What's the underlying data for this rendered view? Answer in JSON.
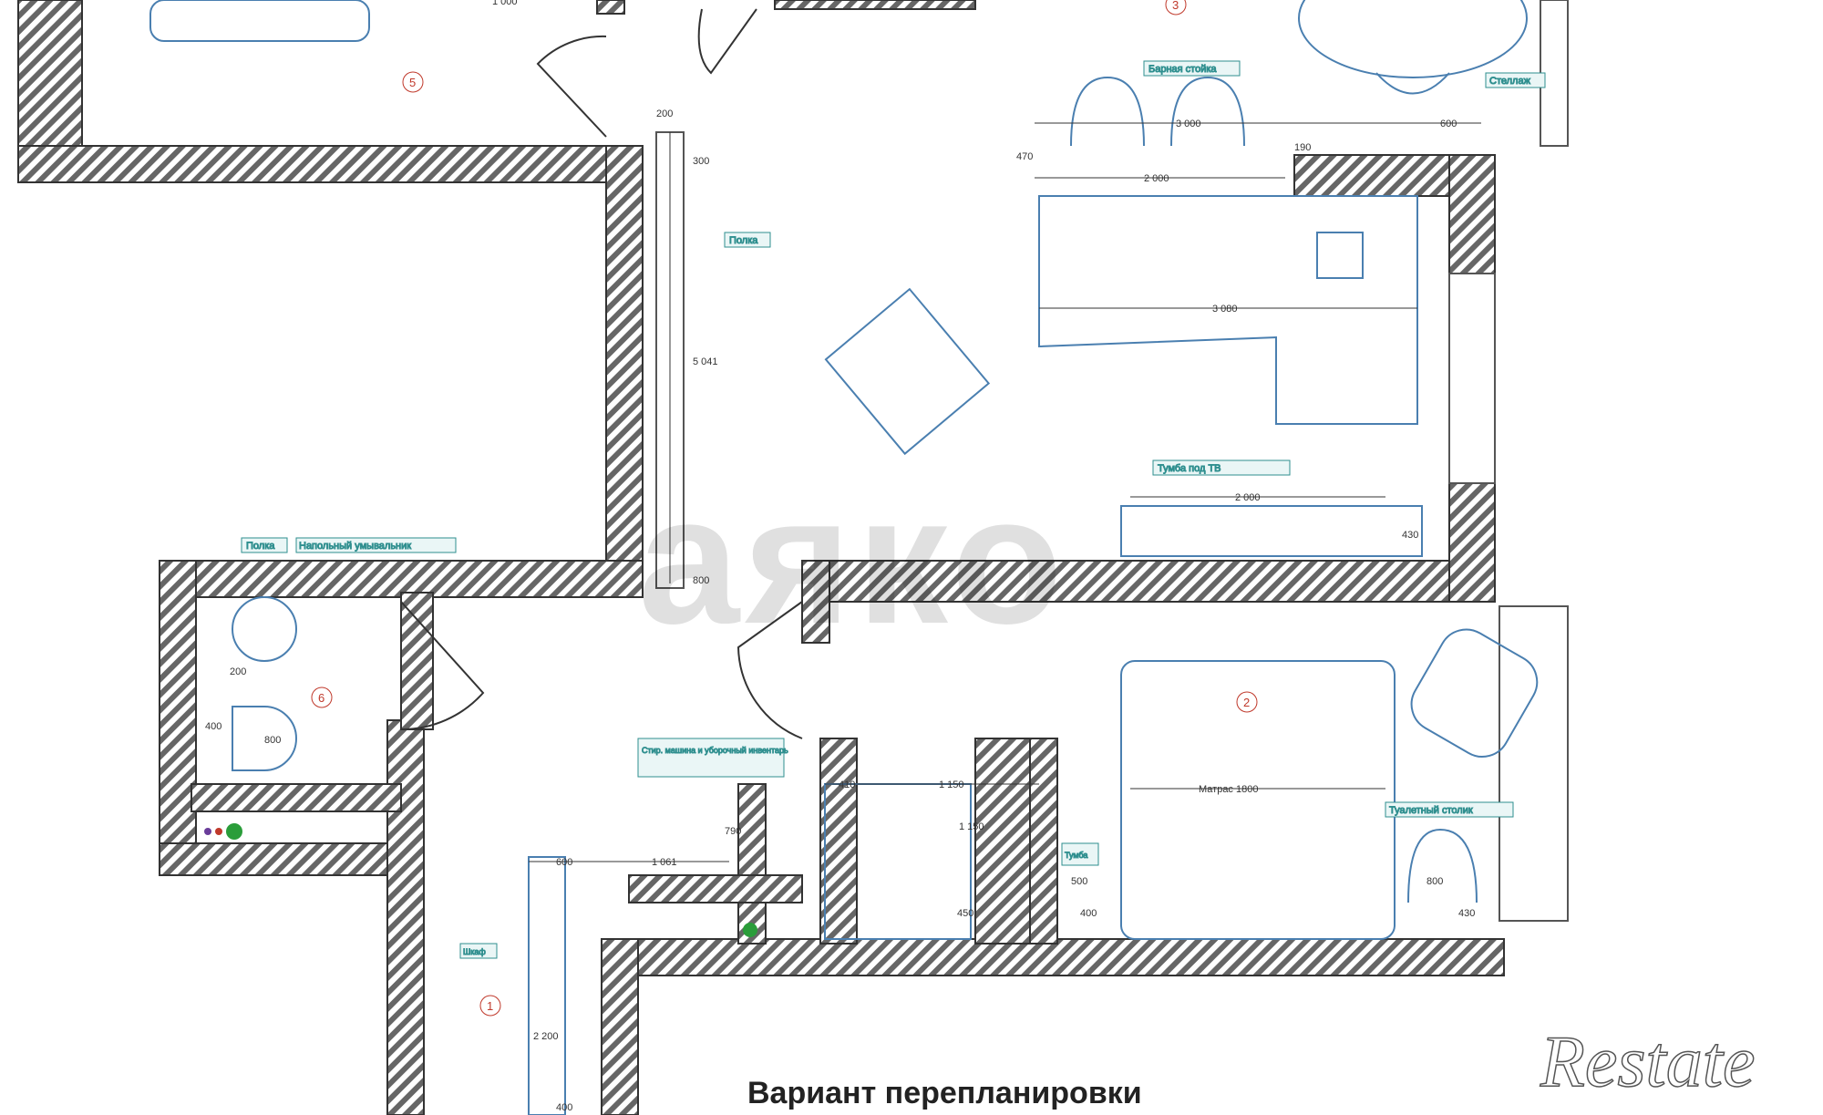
{
  "title": "Вариант перепланировки",
  "brand_logo": "Restate",
  "watermark": "аяко",
  "colors": {
    "wall_hatch": "#555555",
    "furniture": "#4a7fb0",
    "label": "#2f8f8f",
    "room_number": "#c0392b"
  },
  "rooms": [
    "1",
    "2",
    "3",
    "5",
    "6"
  ],
  "labels": {
    "bar": "Барная стойка",
    "shelf_right": "Стеллаж",
    "shelf_corridor": "Полка",
    "tv": "Тумба под ТВ",
    "bath_shelf": "Полка",
    "sink": "Напольный умывальник",
    "laundry": "Стир. машина и уборочный инвентарь",
    "bedside": "Тумба",
    "vanity": "Туалетный столик",
    "wardrobe": "Шкаф"
  },
  "dimensions": {
    "top": "1 000",
    "d200": "200",
    "d300": "300",
    "d5041": "5 041",
    "d800": "800",
    "bar3000": "3 000",
    "bar600": "600",
    "d470": "470",
    "d190": "190",
    "d2000": "2 000",
    "sofa": "3 080",
    "tv2000": "2 000",
    "tv430": "430",
    "mattress": "Матрас 1800",
    "bed500": "500",
    "bed800": "800",
    "bed430": "430",
    "bed400": "400",
    "c600": "600",
    "c1061": "1 061",
    "c790": "790",
    "c2200": "2 200",
    "c400": "400",
    "w410": "410",
    "w1150": "1 150",
    "w1150v": "1 150",
    "w450": "450",
    "b200": "200",
    "b400": "400",
    "b800": "800"
  }
}
